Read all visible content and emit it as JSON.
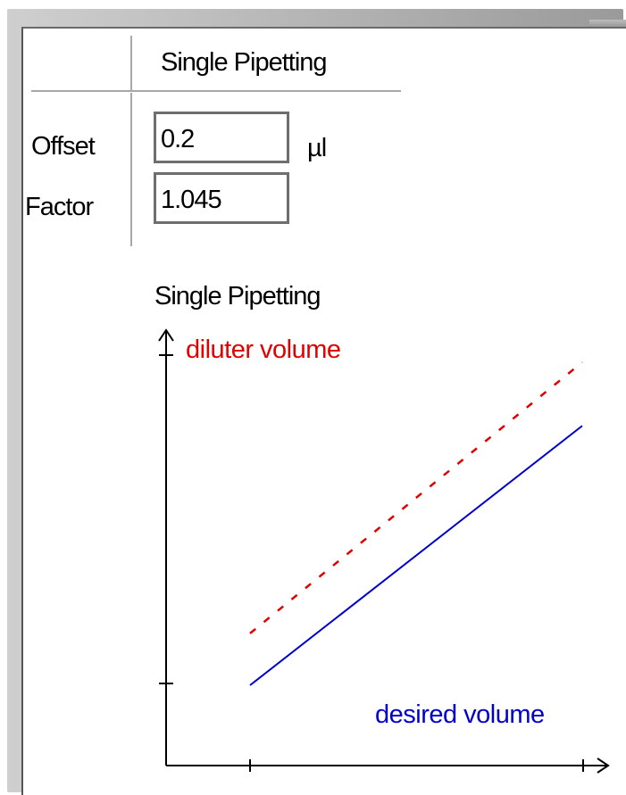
{
  "panel": {
    "header_title": "Single Pipetting",
    "offset": {
      "label": "Offset",
      "value": "0.2",
      "unit": "µl"
    },
    "factor": {
      "label": "Factor",
      "value": "1.045"
    }
  },
  "chart": {
    "title": "Single Pipetting",
    "y_label": "diluter volume",
    "x_label": "desired volume",
    "y_label_color": "#e00000",
    "x_label_color": "#0000cc",
    "axis_color": "#000000"
  },
  "chart_data": {
    "type": "line",
    "title": "Single Pipetting",
    "xlabel": "desired volume",
    "ylabel": "diluter volume",
    "series": [
      {
        "name": "desired volume",
        "style": "solid",
        "color": "#0000cc",
        "x": [
          0,
          1
        ],
        "y": [
          0,
          1
        ]
      },
      {
        "name": "diluter volume",
        "style": "dashed",
        "color": "#e00000",
        "x": [
          0,
          1
        ],
        "y": [
          0.2,
          1.245
        ]
      }
    ],
    "xlim": [
      0,
      1
    ],
    "ylim": [
      0,
      1.3
    ],
    "grid": false
  }
}
